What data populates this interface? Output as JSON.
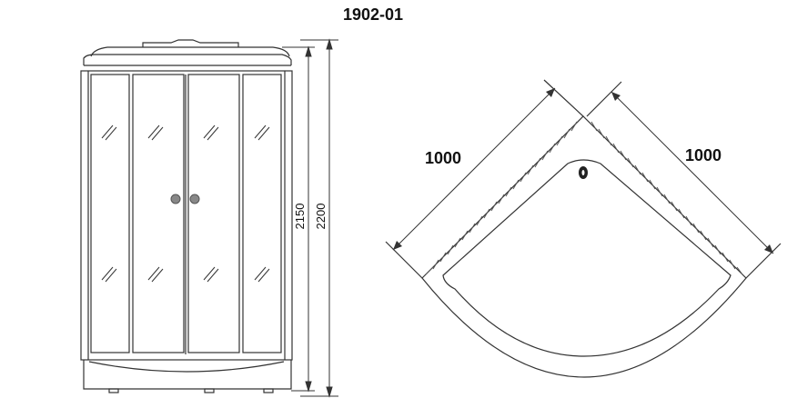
{
  "title": "1902-01",
  "front_view": {
    "height_inner": "2150",
    "height_total": "2200"
  },
  "top_view": {
    "width_left": "1000",
    "width_right": "1000"
  }
}
